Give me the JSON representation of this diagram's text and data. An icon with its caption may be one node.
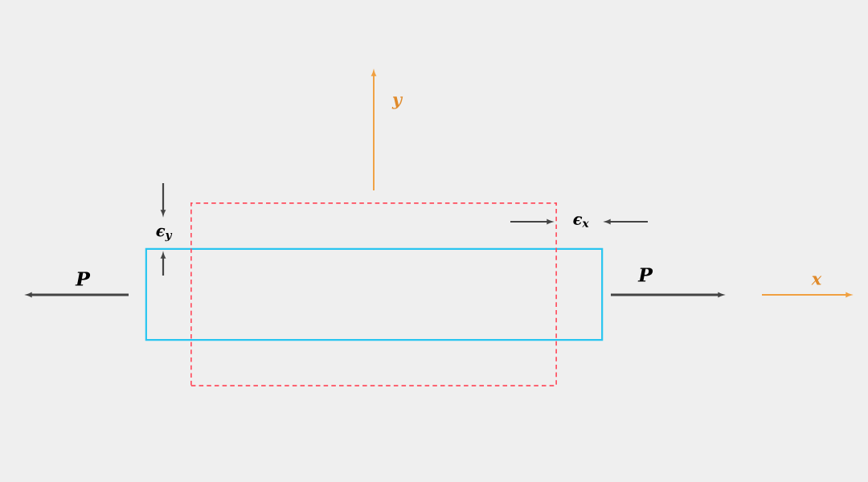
{
  "diagram": {
    "nodes": [
      {
        "text": [],
        "shape": "box"
      },
      {
        "text": [],
        "shape": "box"
      }
    ],
    "edges": [],
    "labels": [
      "P",
      "P",
      "y",
      "x",
      "ϵ$_{y}$",
      "ϵ$_{x}$"
    ]
  }
}
